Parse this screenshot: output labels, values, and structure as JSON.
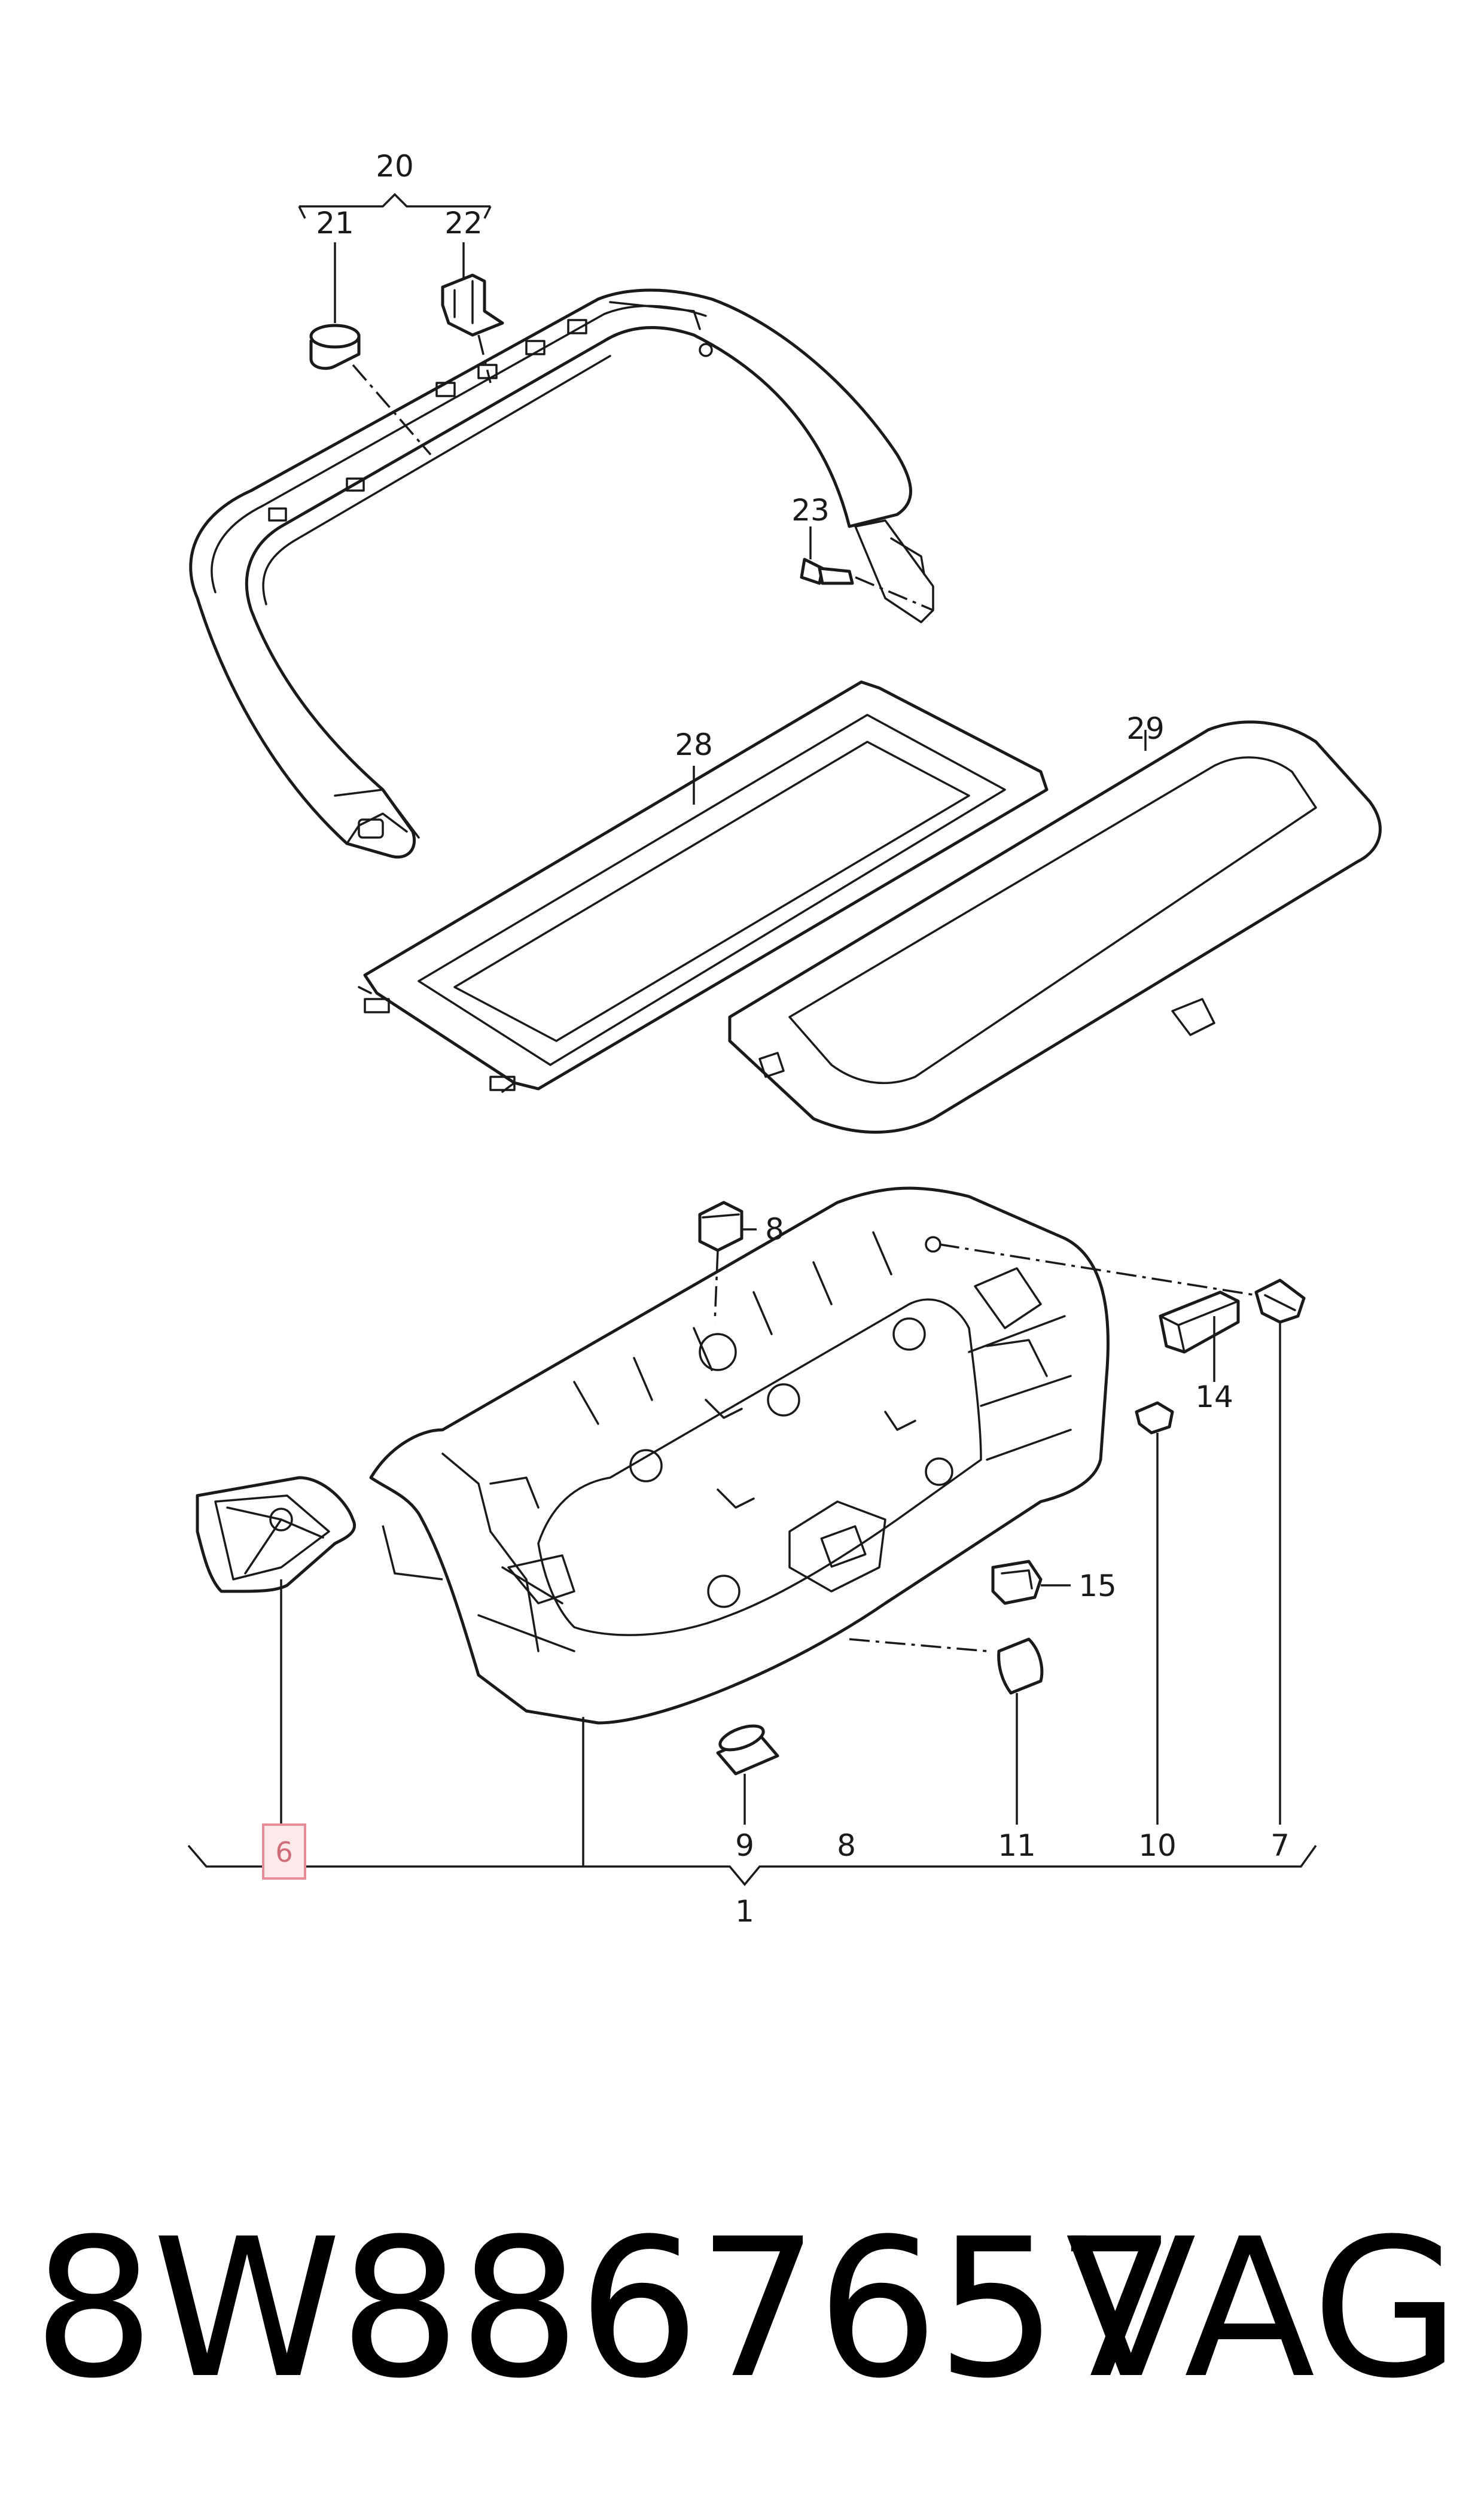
{
  "diagram": {
    "labels": {
      "l20": "20",
      "l21": "21",
      "l22": "22",
      "l23": "23",
      "l28": "28",
      "l29": "29",
      "l8top": "8",
      "l14": "14",
      "l15": "15",
      "l6": "6",
      "l9": "9",
      "l8bottom": "8",
      "l11": "11",
      "l10": "10",
      "l7": "7",
      "l1": "1"
    },
    "highlighted_label": "6",
    "highlight_color": "#e58c96"
  },
  "footer": {
    "part_number": "8W8867657",
    "brand": "VAG"
  }
}
